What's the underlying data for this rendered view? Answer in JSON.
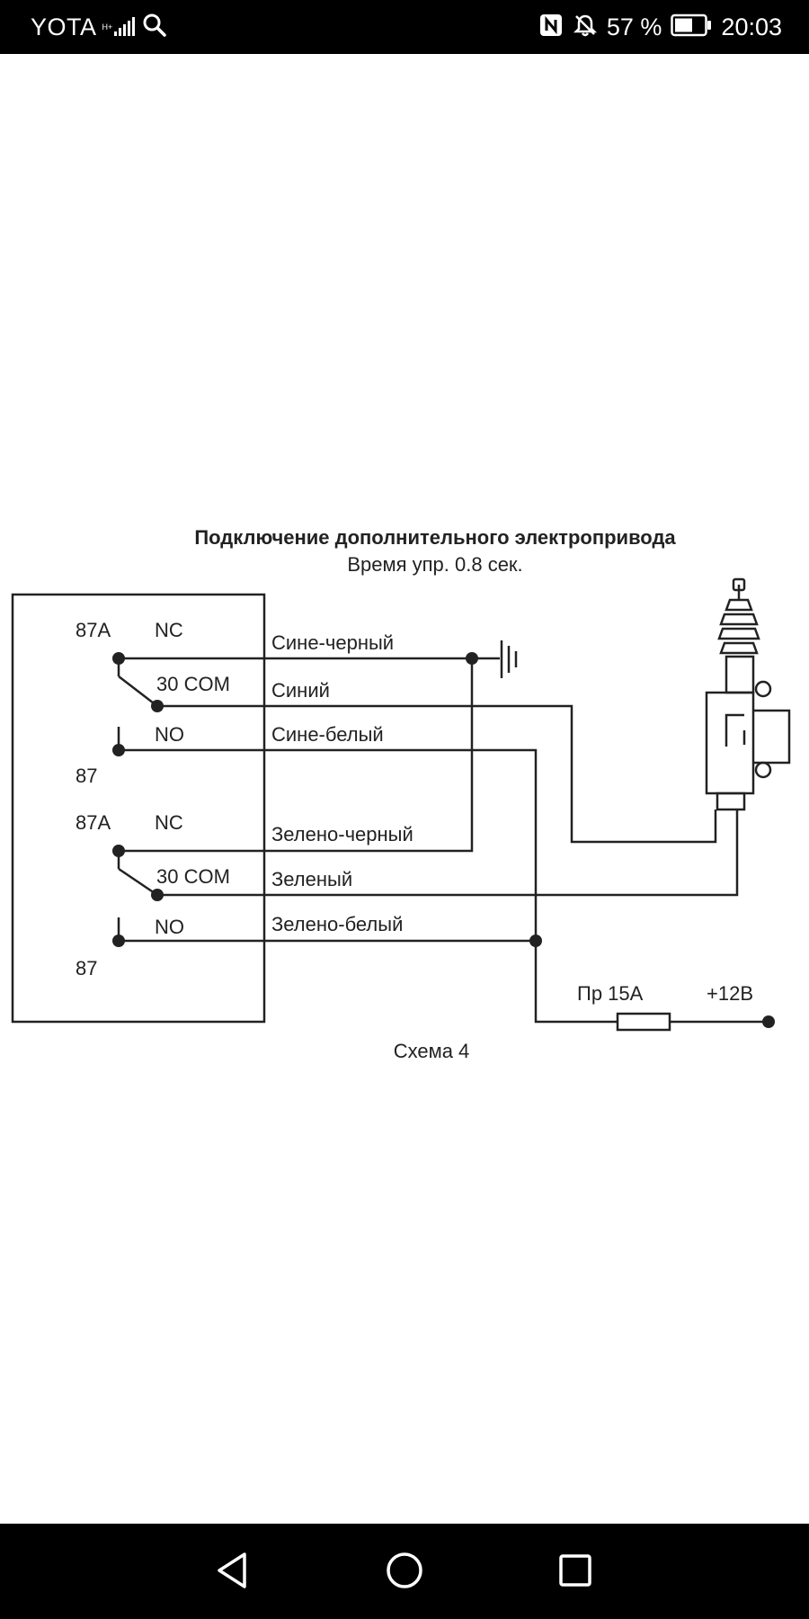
{
  "status_bar": {
    "carrier": "YOTA",
    "network_type": "H+",
    "battery_percent": "57 %",
    "time": "20:03",
    "icons": [
      "signal-icon",
      "search-icon",
      "nfc-icon",
      "bell-off-icon",
      "battery-icon"
    ]
  },
  "diagram": {
    "title": "Подключение дополнительного электропривода",
    "subtitle": "Время упр. 0.8 сек.",
    "caption": "Схема 4",
    "relay1": {
      "nc_pin": "87A",
      "nc_label": "NC",
      "com_label": "30 COM",
      "no_label": "NO",
      "no_pin": "87"
    },
    "relay2": {
      "nc_pin": "87A",
      "nc_label": "NC",
      "com_label": "30 COM",
      "no_label": "NO",
      "no_pin": "87"
    },
    "wires": {
      "blue_black": "Сине-черный",
      "blue": "Синий",
      "blue_white": "Сине-белый",
      "green_black": "Зелено-черный",
      "green": "Зеленый",
      "green_white": "Зелено-белый"
    },
    "fuse_label": "Пр 15А",
    "power_label": "+12В"
  },
  "navigation": {
    "icons": [
      "back-icon",
      "home-icon",
      "recents-icon"
    ]
  }
}
